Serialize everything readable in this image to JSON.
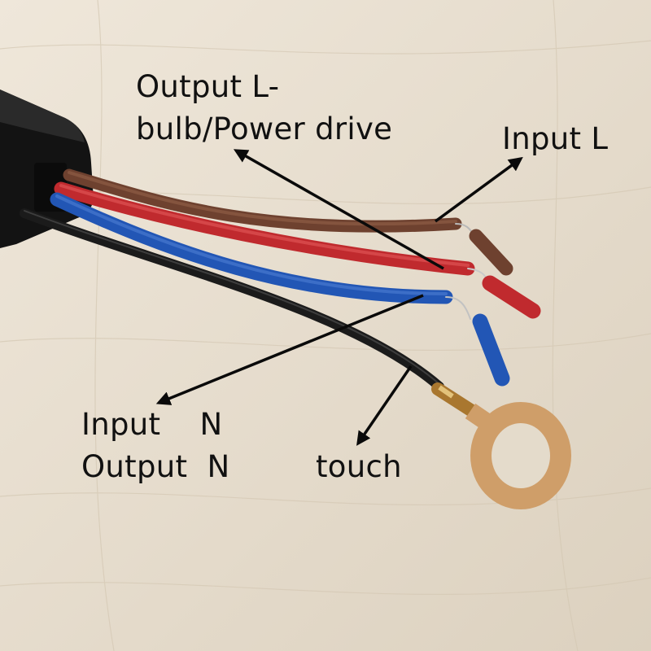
{
  "labels": {
    "output_l_line1": "Output L-",
    "output_l_line2": "bulb/Power drive",
    "input_l": "Input L",
    "input_n": "Input    N",
    "output_n": "Output  N",
    "touch": "touch"
  },
  "colors": {
    "red_wire": "#c42a2e",
    "brown_wire": "#7a4a36",
    "blue_wire": "#2358b8",
    "black_wire": "#1c1c1c",
    "module_body": "#151515",
    "brass_ring": "#d1a06a",
    "arrow": "#0a0a0a"
  }
}
